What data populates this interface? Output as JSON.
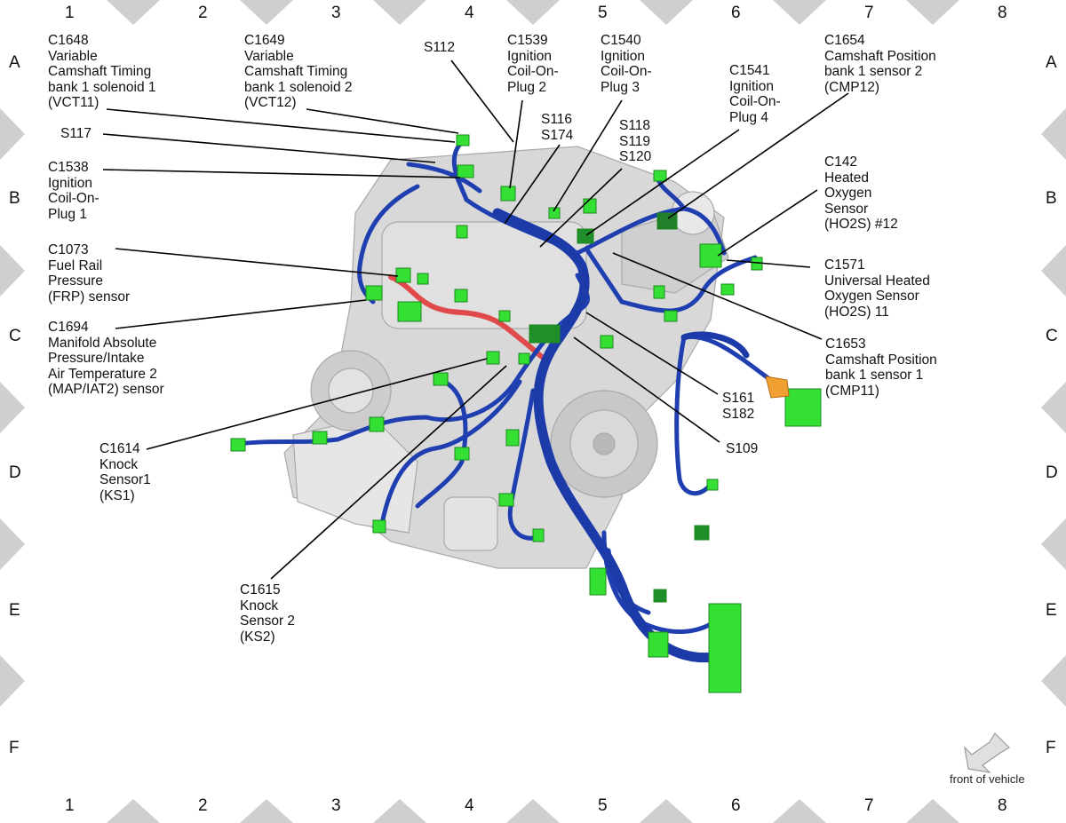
{
  "grid": {
    "columns": [
      "1",
      "2",
      "3",
      "4",
      "5",
      "6",
      "7",
      "8"
    ],
    "rows": [
      "A",
      "B",
      "C",
      "D",
      "E",
      "F"
    ]
  },
  "callouts": [
    {
      "id": "c1648",
      "lines": [
        "C1648",
        "Variable",
        "Camshaft Timing",
        "bank 1 solenoid 1",
        "(VCT11)"
      ]
    },
    {
      "id": "c1649",
      "lines": [
        "C1649",
        "Variable",
        "Camshaft Timing",
        "bank 1 solenoid 2",
        "(VCT12)"
      ]
    },
    {
      "id": "s112",
      "lines": [
        "S112"
      ]
    },
    {
      "id": "c1539",
      "lines": [
        "C1539",
        "Ignition",
        "Coil-On-",
        "Plug 2"
      ]
    },
    {
      "id": "c1540",
      "lines": [
        "C1540",
        "Ignition",
        "Coil-On-",
        "Plug 3"
      ]
    },
    {
      "id": "c1541",
      "lines": [
        "C1541",
        "Ignition",
        "Coil-On-",
        "Plug 4"
      ]
    },
    {
      "id": "c1654",
      "lines": [
        "C1654",
        "Camshaft Position",
        "bank 1 sensor 2",
        "(CMP12)"
      ]
    },
    {
      "id": "s117",
      "lines": [
        "S117"
      ]
    },
    {
      "id": "s116",
      "lines": [
        "S116",
        "S174"
      ]
    },
    {
      "id": "s118",
      "lines": [
        "S118",
        "S119",
        "S120"
      ]
    },
    {
      "id": "c1538",
      "lines": [
        "C1538",
        "Ignition",
        "Coil-On-",
        "Plug 1"
      ]
    },
    {
      "id": "c142",
      "lines": [
        "C142",
        "Heated",
        "Oxygen",
        "Sensor",
        "(HO2S) #12"
      ]
    },
    {
      "id": "c1073",
      "lines": [
        "C1073",
        "Fuel Rail",
        "Pressure",
        "(FRP) sensor"
      ]
    },
    {
      "id": "c1571",
      "lines": [
        "C1571",
        "Universal Heated",
        "Oxygen Sensor",
        "(HO2S) 11"
      ]
    },
    {
      "id": "c1694",
      "lines": [
        "C1694",
        "Manifold Absolute",
        "Pressure/Intake",
        "Air Temperature 2",
        "(MAP/IAT2) sensor"
      ]
    },
    {
      "id": "c1653",
      "lines": [
        "C1653",
        "Camshaft Position",
        "bank 1 sensor 1",
        "(CMP11)"
      ]
    },
    {
      "id": "s161",
      "lines": [
        "S161",
        "S182"
      ]
    },
    {
      "id": "s109",
      "lines": [
        "S109"
      ]
    },
    {
      "id": "c1614",
      "lines": [
        "C1614",
        "Knock",
        "Sensor1",
        "(KS1)"
      ]
    },
    {
      "id": "c1615",
      "lines": [
        "C1615",
        "Knock",
        "Sensor 2",
        "(KS2)"
      ]
    }
  ],
  "front_of_vehicle_label": "front of vehicle",
  "colors": {
    "harness": "#1f3fb0",
    "connector": "#33e033",
    "fuel_line": "#e04a4a",
    "sensor_orange": "#f0a030",
    "engine_gray": "#d4d4d4",
    "grid_marker": "#cfcfcf"
  }
}
